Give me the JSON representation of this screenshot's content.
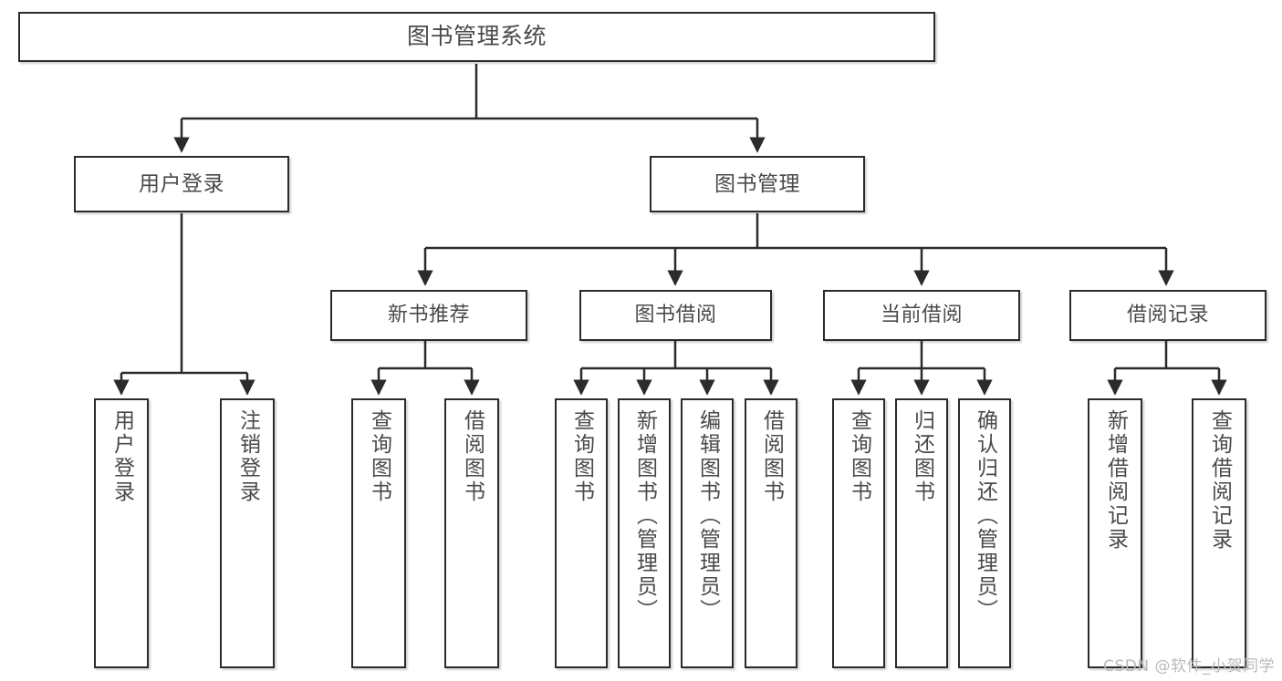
{
  "diagram": {
    "title": "图书管理系统",
    "type": "tree-hierarchy-chart",
    "colors": {
      "background": "#ffffff",
      "box_border": "#2b2b2b",
      "box_fill": "#ffffff",
      "text": "#4a4a4a",
      "connector": "#2b2b2b",
      "watermark": "#b9b9b9"
    },
    "root": {
      "label": "图书管理系统"
    },
    "level2": [
      {
        "label": "用户登录"
      },
      {
        "label": "图书管理"
      }
    ],
    "level3": [
      {
        "label": "新书推荐"
      },
      {
        "label": "图书借阅"
      },
      {
        "label": "当前借阅"
      },
      {
        "label": "借阅记录"
      }
    ],
    "leaves": {
      "user_login": [
        {
          "label": "用户登录"
        },
        {
          "label": "注销登录"
        }
      ],
      "new_book_recommend": [
        {
          "label": "查询图书"
        },
        {
          "label": "借阅图书"
        }
      ],
      "book_borrow": [
        {
          "label": "查询图书"
        },
        {
          "label": "新增图书（管理员）"
        },
        {
          "label": "编辑图书（管理员）"
        },
        {
          "label": "借阅图书"
        }
      ],
      "current_borrow": [
        {
          "label": "查询图书"
        },
        {
          "label": "归还图书"
        },
        {
          "label": "确认归还（管理员）"
        }
      ],
      "borrow_record": [
        {
          "label": "新增借阅记录"
        },
        {
          "label": "查询借阅记录"
        }
      ]
    },
    "watermark": "CSDN @软件_小贺同学"
  }
}
